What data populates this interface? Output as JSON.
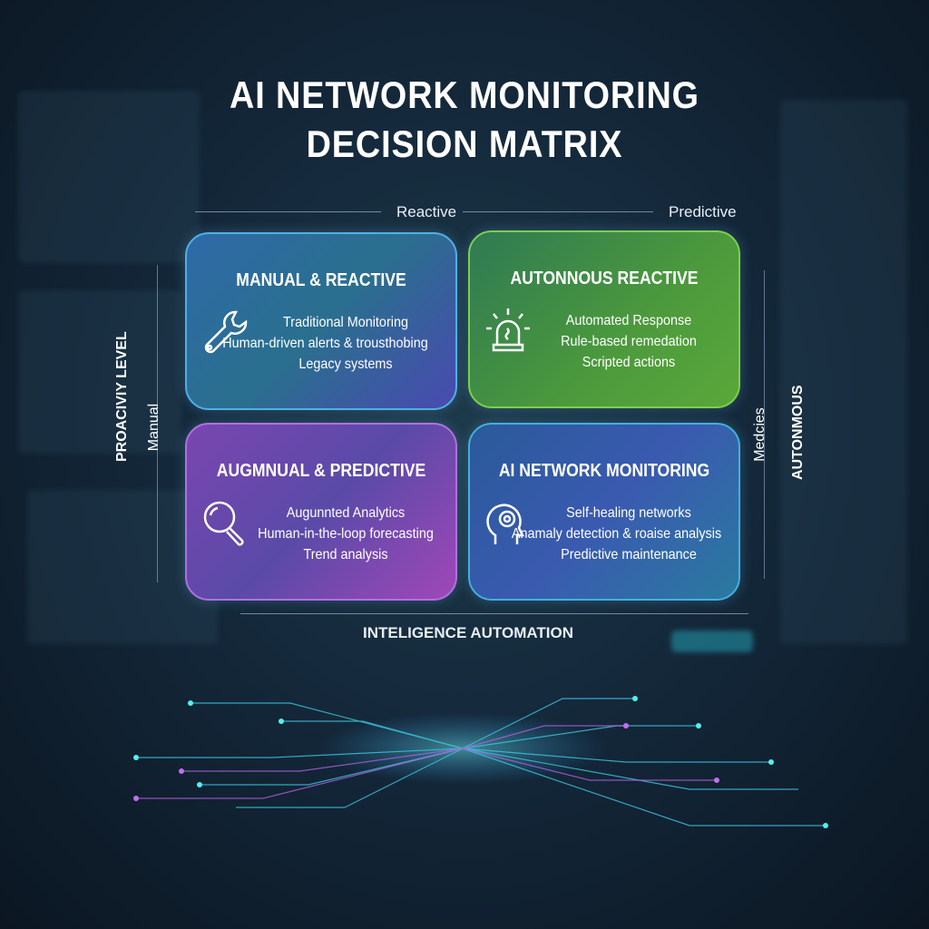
{
  "title": {
    "line1": "AI NETWORK MONITORING",
    "line2": "DECISION MATRIX"
  },
  "axes": {
    "top_left": "Reactive",
    "top_right": "Predictive",
    "bottom": "INTELIGENCE AUTOMATION",
    "left_outer": "PROACIVIY LEVEL",
    "left_inner": "Manual",
    "right_inner": "Medcies",
    "right_outer": "AUTONMOUS"
  },
  "quadrants": [
    {
      "title": "MANUAL & REACTIVE",
      "icon": "wrench-icon",
      "lines": [
        "Traditional Monitoring",
        "Human-driven alerts & trousthobing",
        "Legacy systems"
      ]
    },
    {
      "title": "AUTONNOUS REACTIVE",
      "icon": "alarm-light-icon",
      "lines": [
        "Automated Response",
        "Rule-based remedation",
        "Scripted actions"
      ]
    },
    {
      "title": "AUGMNUAL & PREDICTIVE",
      "icon": "magnifier-icon",
      "lines": [
        "Augunnted Analytics",
        "Human-in-the-loop forecasting",
        "Trend analysis"
      ]
    },
    {
      "title": "AI NETWORK MONITORING",
      "icon": "brain-head-icon",
      "lines": [
        "Self-healing networks",
        "Anamaly detection & roaise analysis",
        "Predictive maintenance"
      ]
    }
  ]
}
